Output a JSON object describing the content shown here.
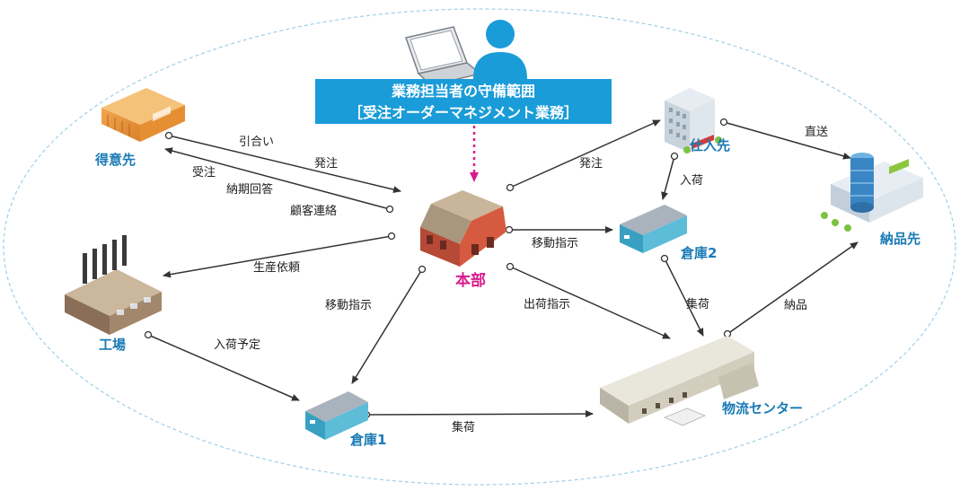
{
  "banner": {
    "line1": "業務担当者の守備範囲",
    "line2": "［受注オーダーマネジメント業務］"
  },
  "nodes": {
    "customer": "得意先",
    "hq": "本部",
    "factory": "工場",
    "supplier": "仕入先",
    "delivery": "納品先",
    "warehouse1": "倉庫1",
    "warehouse2": "倉庫2",
    "logistics_center": "物流センター"
  },
  "edges": {
    "hikiai": "引合い",
    "hatchu_customer": "発注",
    "juchu": "受注",
    "noki_kaito": "納期回答",
    "kokyaku_renraku": "顧客連絡",
    "hatchu_supplier": "発注",
    "chokuso": "直送",
    "nyuka": "入荷",
    "ido_shiji_w2": "移動指示",
    "seisan_irai": "生産依頼",
    "ido_shiji_w1": "移動指示",
    "shukka_shiji": "出荷指示",
    "shuka_w2": "集荷",
    "nohin": "納品",
    "nyuka_yotei": "入荷予定",
    "shuka_w1": "集荷"
  },
  "colors": {
    "accent": "#1a9cd8",
    "node_label": "#1a7ab5",
    "hq_label": "#d81b8c",
    "arrow": "#333333",
    "ellipse": "#9fcfe8"
  }
}
